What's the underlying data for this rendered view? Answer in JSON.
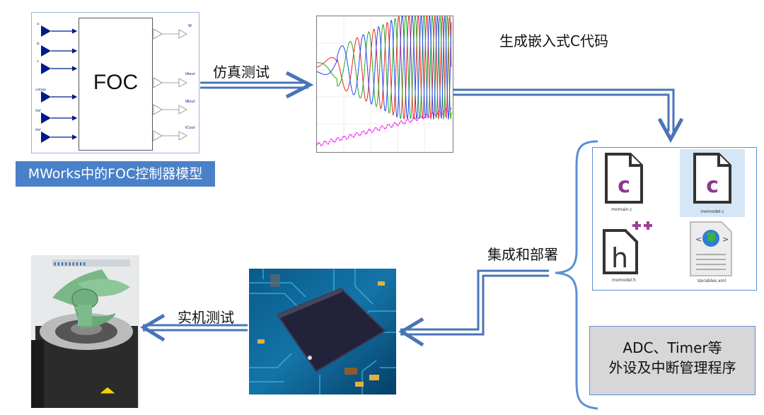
{
  "model": {
    "block_label": "FOC",
    "caption": "MWorks中的FOC控制器模型",
    "inputs": [
      "ia",
      "ib",
      "ic",
      "voltage",
      "iRef",
      "iRef"
    ],
    "outputs": [
      "W",
      "tAout",
      "tBout",
      "tCout"
    ]
  },
  "steps": {
    "simulate": "仿真测试",
    "codegen": "生成嵌入式C代码",
    "integrate": "集成和部署",
    "hardware_test": "实机测试"
  },
  "files": [
    {
      "name": "momain.c",
      "icon": "c-file-icon"
    },
    {
      "name": "momodel.c",
      "icon": "c-file-icon"
    },
    {
      "name": "momodel.h",
      "icon": "cpp-header-icon"
    },
    {
      "name": "Variables.xml",
      "icon": "xml-file-icon"
    }
  ],
  "peripheral": {
    "line1": "ADC、Timer等",
    "line2": "外设及中断管理程序"
  },
  "colors": {
    "arrow": "#4a74b8",
    "caption_bg": "#4a80c8",
    "port_fill": "#001a8c",
    "c_letter": "#8b3a8f",
    "wave_red": "#ee2222",
    "wave_green": "#22aa22",
    "wave_blue": "#2244ee",
    "wave_magenta": "#ee22ee"
  }
}
